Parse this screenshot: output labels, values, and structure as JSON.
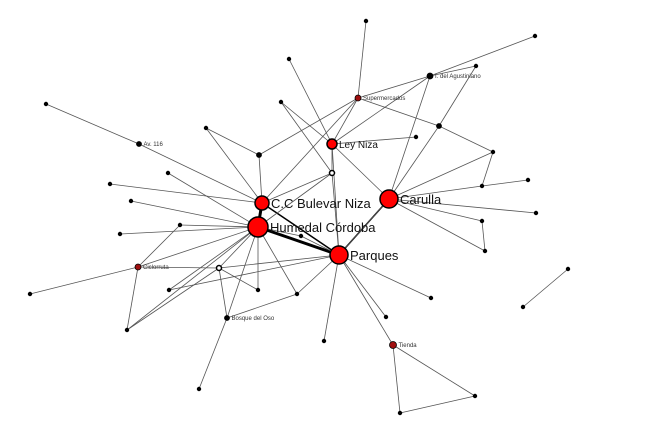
{
  "title": "",
  "colors": {
    "major_node": "#ff0000",
    "minor_node": "#000000",
    "edge": "#555555"
  },
  "labeled_nodes": {
    "ccbn": "C.C Bulevar Niza",
    "hc": "Humedal Córdoba",
    "parques": "Parques",
    "carulla": "Carulla",
    "leyniza": "Ley Niza",
    "super": "Supermercados",
    "agust": "I. del Agustiniano",
    "tienda": "Tienda",
    "ciclo": "Ciclorruta",
    "av116": "Av. 116",
    "bosque": "Bosque del Oso"
  }
}
